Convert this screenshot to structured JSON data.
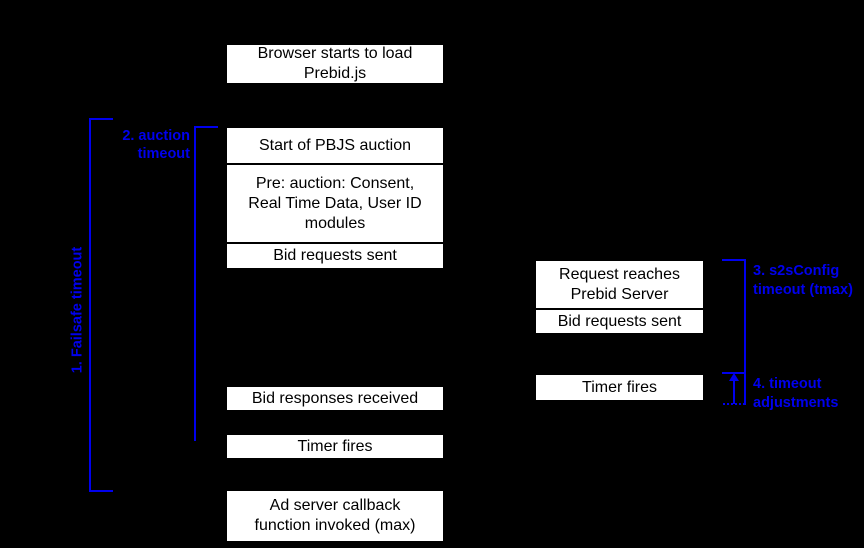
{
  "colors": {
    "background": "#000000",
    "box_fill": "#ffffff",
    "box_border": "#000000",
    "box_text": "#000000",
    "annotation_blue": "#0000ee"
  },
  "client": {
    "browser": "Browser starts to load Prebid.js",
    "auction_start": "Start of PBJS auction",
    "pre_auction": "Pre: auction: Consent, Real Time Data, User ID modules",
    "bid_requests": "Bid requests sent",
    "bid_responses": "Bid responses received",
    "timer": "Timer fires",
    "ad_server": "Ad server callback function invoked (max)"
  },
  "server": {
    "request_reaches": "Request reaches Prebid Server",
    "bid_requests": "Bid requests sent",
    "timer": "Timer fires"
  },
  "annotations": {
    "failsafe": "1. Failsafe timeout",
    "auction": [
      "2. auction",
      "timeout"
    ],
    "s2s": [
      "3. s2sConfig",
      "timeout (tmax)"
    ],
    "adjustments": [
      "4. timeout",
      "adjustments"
    ]
  }
}
